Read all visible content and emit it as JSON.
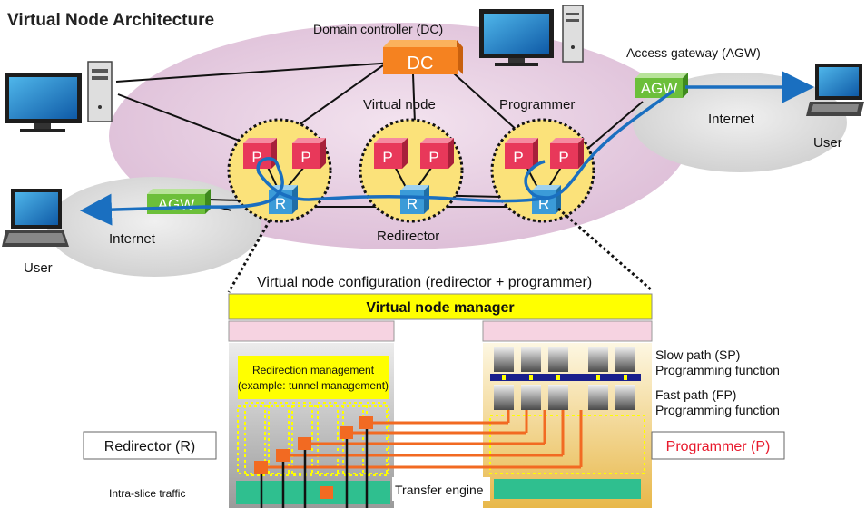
{
  "title": "Virtual Node Architecture",
  "labels": {
    "domain_controller": "Domain controller (DC)",
    "dc": "DC",
    "virtual_node": "Virtual node",
    "programmer": "Programmer",
    "access_gateway": "Access gateway (AGW)",
    "agw": "AGW",
    "internet": "Internet",
    "user": "User",
    "p": "P",
    "r": "R",
    "redirector": "Redirector",
    "config_title": "Virtual node configuration (redirector + programmer)",
    "vnm": "Virtual node manager",
    "redir_mgmt_1": "Redirection management",
    "redir_mgmt_2": "(example: tunnel management)",
    "sp_1": "Slow path (SP)",
    "sp_2": "Programming function",
    "fp_1": "Fast path (FP)",
    "fp_2": "Programming function",
    "redirector_r": "Redirector (R)",
    "programmer_p": "Programmer (P)",
    "intra_slice": "Intra-slice traffic",
    "transfer_engine": "Transfer engine"
  },
  "colors": {
    "cloud_pink": "#e8cfe3",
    "cloud_gray": "#e0e0e0",
    "dc_orange": "#f58220",
    "p_red": "#e8385a",
    "r_blue": "#3b9bd8",
    "agw_green": "#6cbf3a",
    "node_yellow": "#fbe27a",
    "vnm_yellow": "#ffff00",
    "link_orange": "#f26a22",
    "path_blue": "#1a6fc0",
    "programmer_red": "#e8192c"
  }
}
